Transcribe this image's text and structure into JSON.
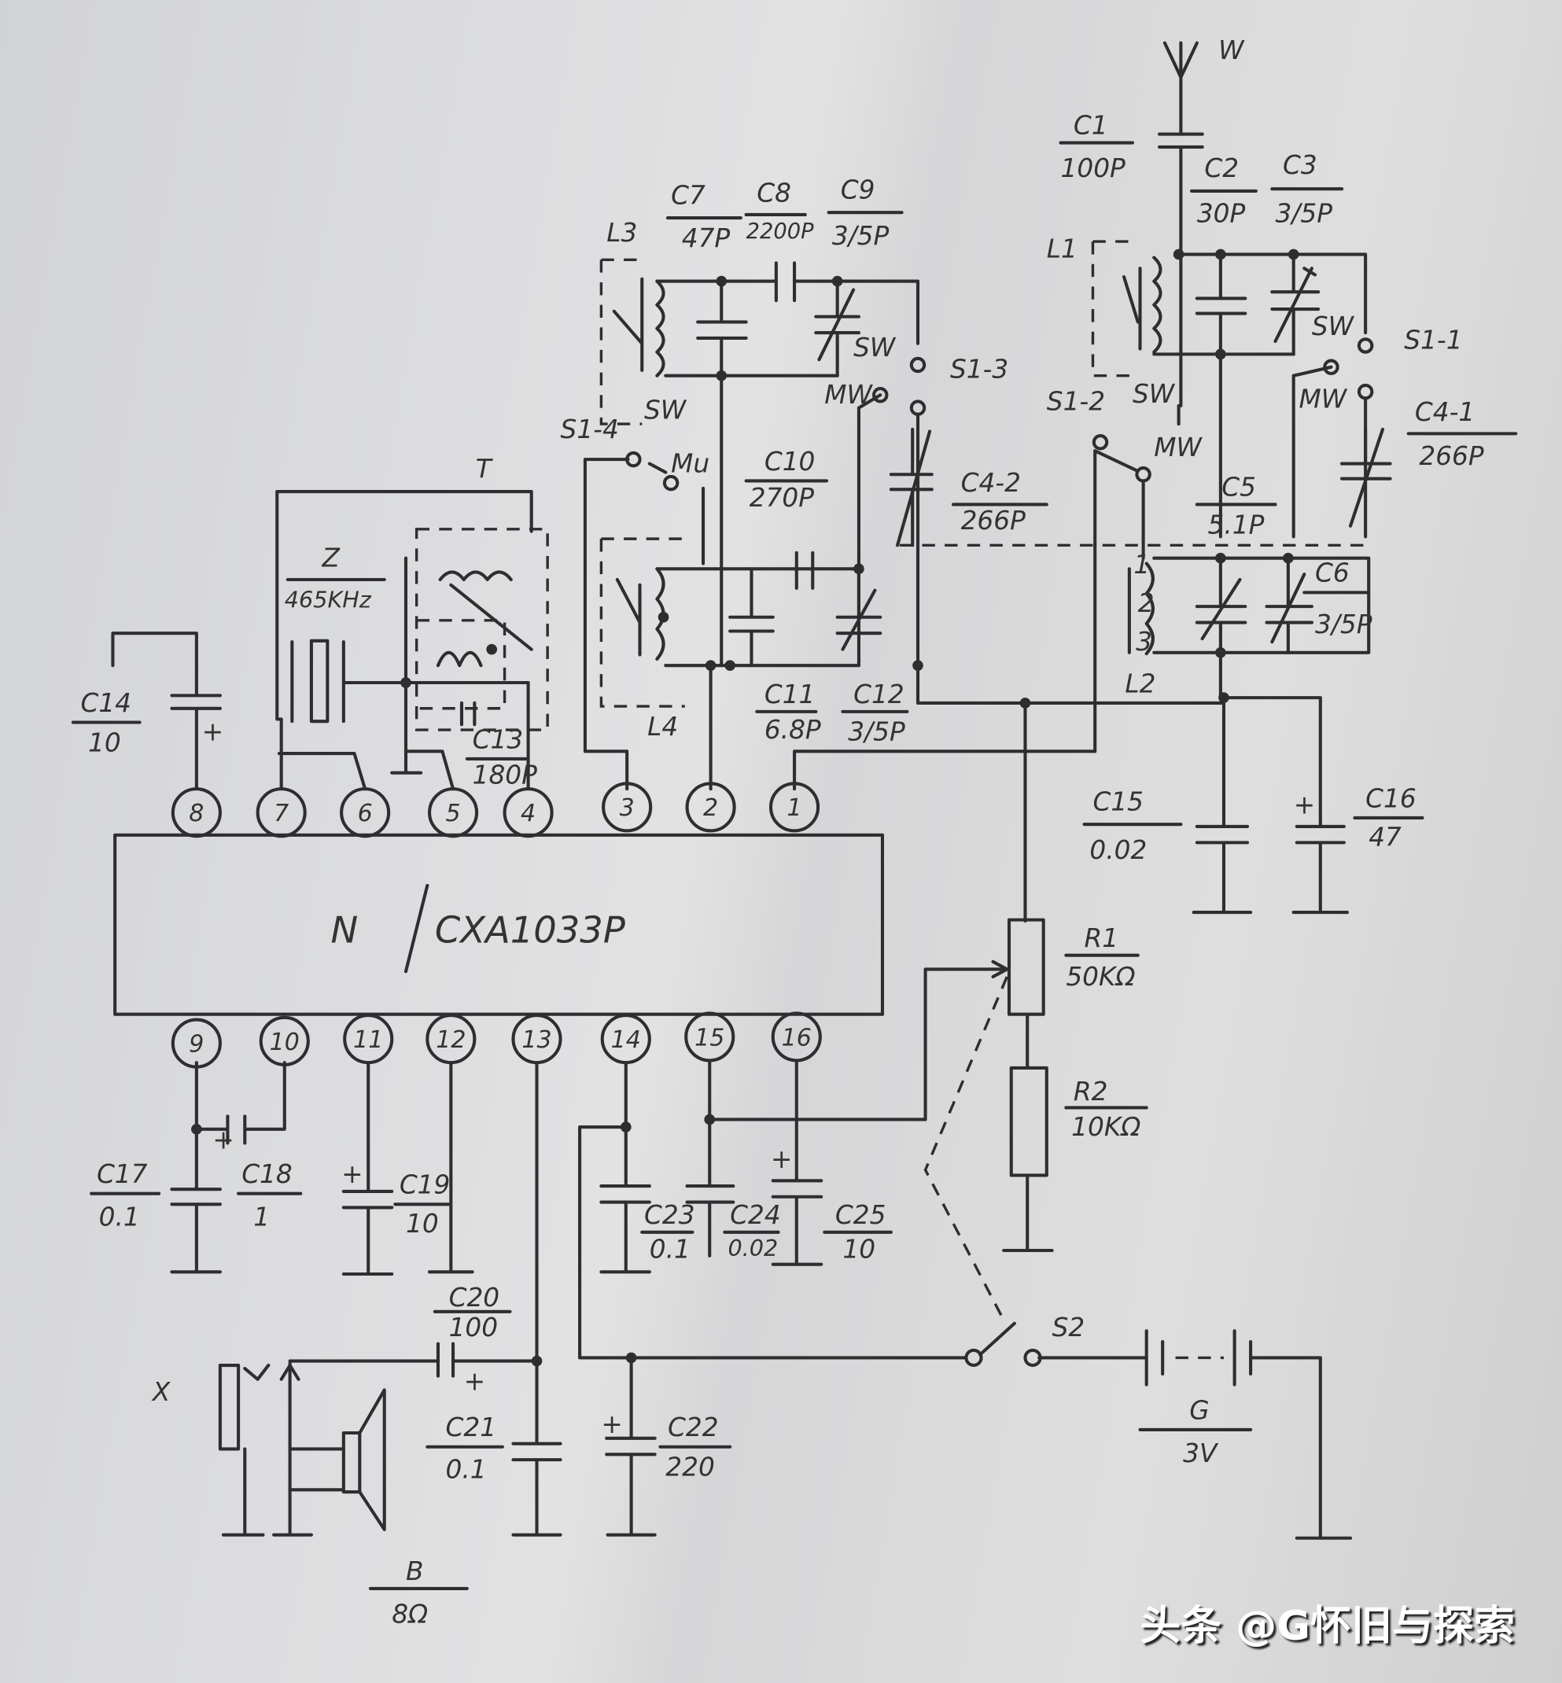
{
  "ic": {
    "ref": "N",
    "part": "CXA1033P"
  },
  "pins_top": [
    "8",
    "7",
    "6",
    "5",
    "4",
    "3",
    "2",
    "1"
  ],
  "pins_bottom": [
    "9",
    "10",
    "11",
    "12",
    "13",
    "14",
    "15",
    "16"
  ],
  "antenna": "W",
  "components": {
    "C1": {
      "name": "C1",
      "value": "100P"
    },
    "C2": {
      "name": "C2",
      "value": "30P"
    },
    "C3": {
      "name": "C3",
      "value": "3/5P"
    },
    "C4_1": {
      "name": "C4-1",
      "value": "266P"
    },
    "C4_2": {
      "name": "C4-2",
      "value": "266P"
    },
    "C5": {
      "name": "C5",
      "value": "5.1P"
    },
    "C6": {
      "name": "C6",
      "value": "3/5P"
    },
    "C7": {
      "name": "C7",
      "value": "47P"
    },
    "C8": {
      "name": "C8",
      "value": "2200P"
    },
    "C9": {
      "name": "C9",
      "value": "3/5P"
    },
    "C10": {
      "name": "C10",
      "value": "270P"
    },
    "C11": {
      "name": "C11",
      "value": "6.8P"
    },
    "C12": {
      "name": "C12",
      "value": "3/5P"
    },
    "C13": {
      "name": "C13",
      "value": "180P"
    },
    "C14": {
      "name": "C14",
      "value": "10"
    },
    "C15": {
      "name": "C15",
      "value": "0.02"
    },
    "C16": {
      "name": "C16",
      "value": "47"
    },
    "C17": {
      "name": "C17",
      "value": "0.1"
    },
    "C18": {
      "name": "C18",
      "value": "1"
    },
    "C19": {
      "name": "C19",
      "value": "10"
    },
    "C20": {
      "name": "C20",
      "value": "100"
    },
    "C21": {
      "name": "C21",
      "value": "0.1"
    },
    "C22": {
      "name": "C22",
      "value": "220"
    },
    "C23": {
      "name": "C23",
      "value": "0.1"
    },
    "C24": {
      "name": "C24",
      "value": "0.02"
    },
    "C25": {
      "name": "C25",
      "value": "10"
    },
    "R1": {
      "name": "R1",
      "value": "50KΩ"
    },
    "R2": {
      "name": "R2",
      "value": "10KΩ"
    },
    "Z": {
      "name": "Z",
      "value": "465KHz"
    },
    "G": {
      "name": "G",
      "value": "3V"
    },
    "B": {
      "name": "B",
      "value": "8Ω"
    }
  },
  "labels": {
    "L1": "L1",
    "L2": "L2",
    "L3": "L3",
    "L4": "L4",
    "T": "T",
    "X": "X",
    "S1_1": "S1-1",
    "S1_2": "S1-2",
    "S1_3": "S1-3",
    "S1_4": "S1-4",
    "S2": "S2",
    "SW": "SW",
    "MW": "MW",
    "Mu": "Mu",
    "tap1": "1",
    "tap2": "2",
    "tap3": "3",
    "plus": "+"
  },
  "watermark": "头条 @G怀旧与探索"
}
